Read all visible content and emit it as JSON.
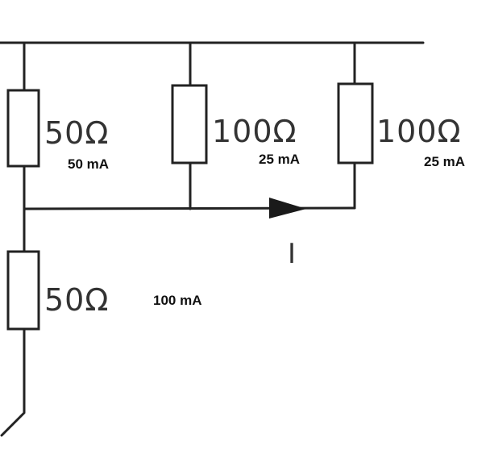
{
  "diagram": {
    "colors": {
      "ink": "#222222",
      "label": "#333333",
      "background": "#ffffff"
    },
    "resistors": {
      "r1": {
        "value": "50Ω",
        "current": "50 mA"
      },
      "r2": {
        "value": "100Ω",
        "current": "25 mA"
      },
      "r3": {
        "value": "100Ω",
        "current": "25 mA"
      },
      "r4": {
        "value": "50Ω",
        "current": "100 mA"
      }
    },
    "current_arrow": {
      "label": "I"
    }
  }
}
